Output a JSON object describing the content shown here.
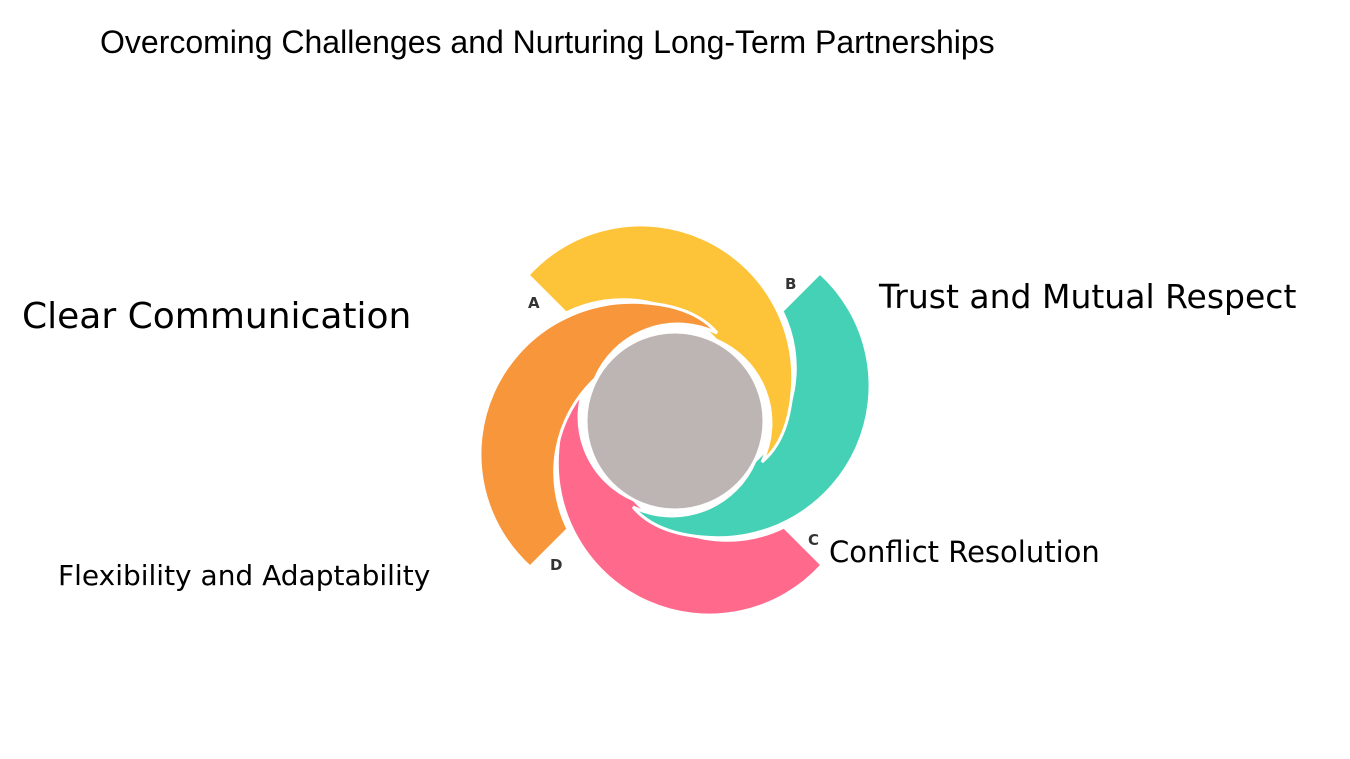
{
  "title": "Overcoming Challenges and Nurturing Long-Term Partnerships",
  "segments": [
    {
      "letter": "A",
      "label": "Clear Communication",
      "color": "#FDC439"
    },
    {
      "letter": "B",
      "label": "Trust and Mutual Respect",
      "color": "#44D1B5"
    },
    {
      "letter": "C",
      "label": "Conflict Resolution",
      "color": "#FF6A8C"
    },
    {
      "letter": "D",
      "label": "Flexibility and Adaptability",
      "color": "#F7963A"
    }
  ],
  "center_color": "#BDB5B3"
}
